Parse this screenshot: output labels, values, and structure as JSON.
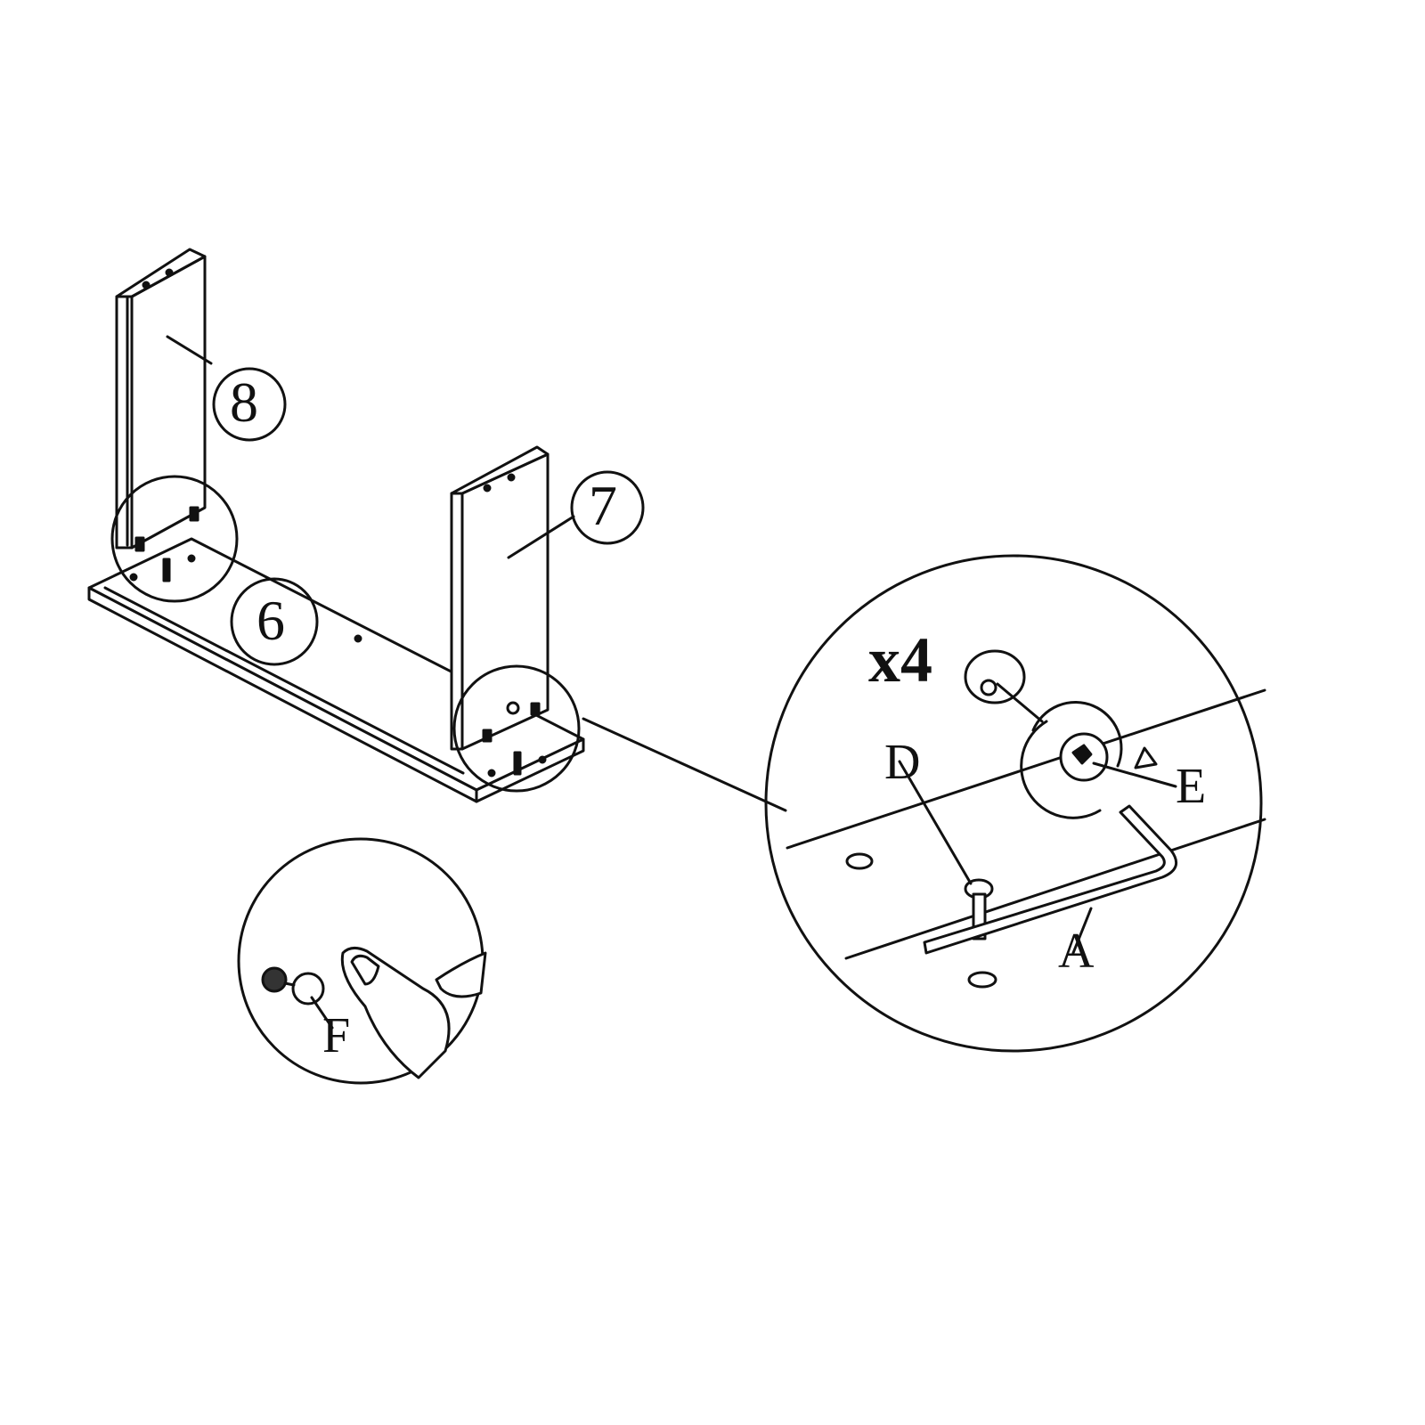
{
  "diagram": {
    "type": "furniture-assembly-step",
    "colors": {
      "ink": "#111111",
      "background": "#ffffff"
    },
    "parts": [
      {
        "id": "part-8",
        "label": "8",
        "description": "tall side panel (left)"
      },
      {
        "id": "part-7",
        "label": "7",
        "description": "side panel (right)"
      },
      {
        "id": "part-6",
        "label": "6",
        "description": "base board"
      }
    ],
    "detail_callout": {
      "quantity": "x4",
      "hardware": [
        {
          "id": "hw-D",
          "label": "D",
          "description": "cam bolt / connecting dowel"
        },
        {
          "id": "hw-E",
          "label": "E",
          "description": "cam lock nut (rotate)"
        },
        {
          "id": "hw-A",
          "label": "A",
          "description": "allen key"
        }
      ]
    },
    "cover_cap_callout": {
      "hardware": [
        {
          "id": "hw-F",
          "label": "F",
          "description": "cover cap pressed by thumb"
        }
      ]
    }
  }
}
